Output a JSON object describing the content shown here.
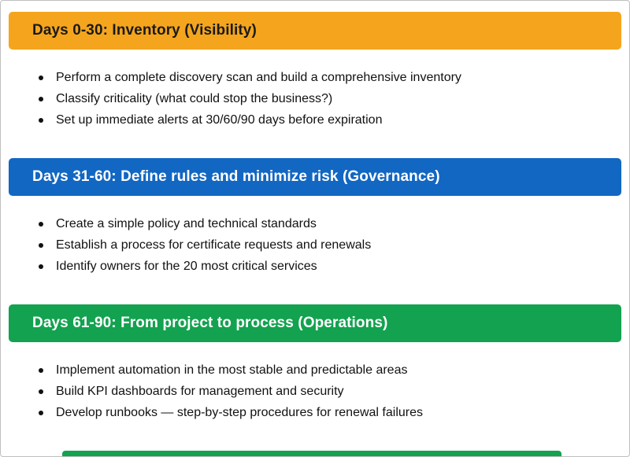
{
  "page": {
    "background": "#ffffff",
    "border_color": "#bfbfbf"
  },
  "sections": [
    {
      "id": "days-0-30",
      "title": "Days 0-30: Inventory (Visibility)",
      "header_bg": "#F5A51D",
      "header_text_color": "#1A1A1A",
      "bullets": [
        "Perform a complete discovery scan and build a comprehensive inventory",
        "Classify criticality (what could stop the business?)",
        "Set up immediate alerts at 30/60/90 days before expiration"
      ]
    },
    {
      "id": "days-31-60",
      "title": "Days 31-60: Define rules and minimize risk (Governance)",
      "header_bg": "#1267C2",
      "header_text_color": "#FFFFFF",
      "bullets": [
        "Create a simple policy and technical standards",
        "Establish a process for certificate requests and renewals",
        "Identify owners for the 20 most critical services"
      ]
    },
    {
      "id": "days-61-90",
      "title": "Days 61-90: From project to process (Operations)",
      "header_bg": "#13A24F",
      "header_text_color": "#FFFFFF",
      "bullets": [
        "Implement automation in the most stable and predictable areas",
        "Build KPI dashboards for management and security",
        "Develop runbooks — step-by-step procedures for renewal failures"
      ]
    }
  ],
  "partial_next_section": {
    "bg": "#13A24F"
  }
}
